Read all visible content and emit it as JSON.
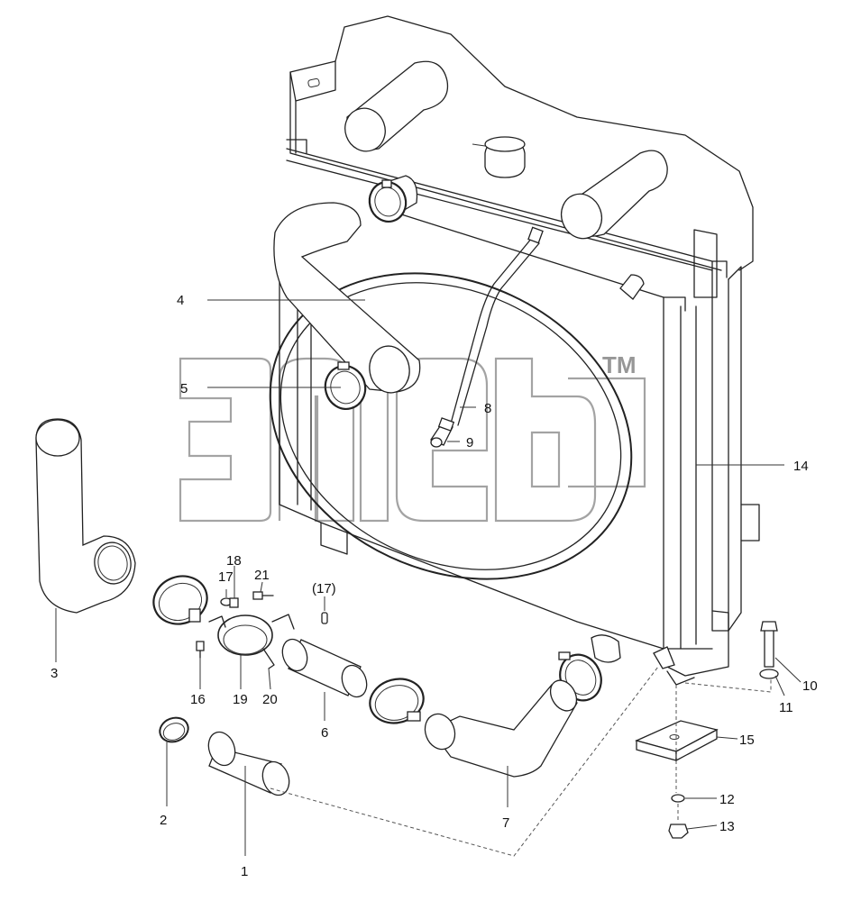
{
  "watermark": {
    "trademark": "TM"
  },
  "callouts": [
    {
      "id": "c1",
      "label": "1"
    },
    {
      "id": "c2",
      "label": "2"
    },
    {
      "id": "c3",
      "label": "3"
    },
    {
      "id": "c4",
      "label": "4"
    },
    {
      "id": "c5",
      "label": "5"
    },
    {
      "id": "c6",
      "label": "6"
    },
    {
      "id": "c7",
      "label": "7"
    },
    {
      "id": "c8",
      "label": "8"
    },
    {
      "id": "c9",
      "label": "9"
    },
    {
      "id": "c10",
      "label": "10"
    },
    {
      "id": "c11",
      "label": "11"
    },
    {
      "id": "c12",
      "label": "12"
    },
    {
      "id": "c13",
      "label": "13"
    },
    {
      "id": "c14",
      "label": "14"
    },
    {
      "id": "c15",
      "label": "15"
    },
    {
      "id": "c16",
      "label": "16"
    },
    {
      "id": "c17",
      "label": "17"
    },
    {
      "id": "c17b",
      "label": "(17)"
    },
    {
      "id": "c18",
      "label": "18"
    },
    {
      "id": "c19",
      "label": "19"
    },
    {
      "id": "c20",
      "label": "20"
    },
    {
      "id": "c21",
      "label": "21"
    }
  ]
}
